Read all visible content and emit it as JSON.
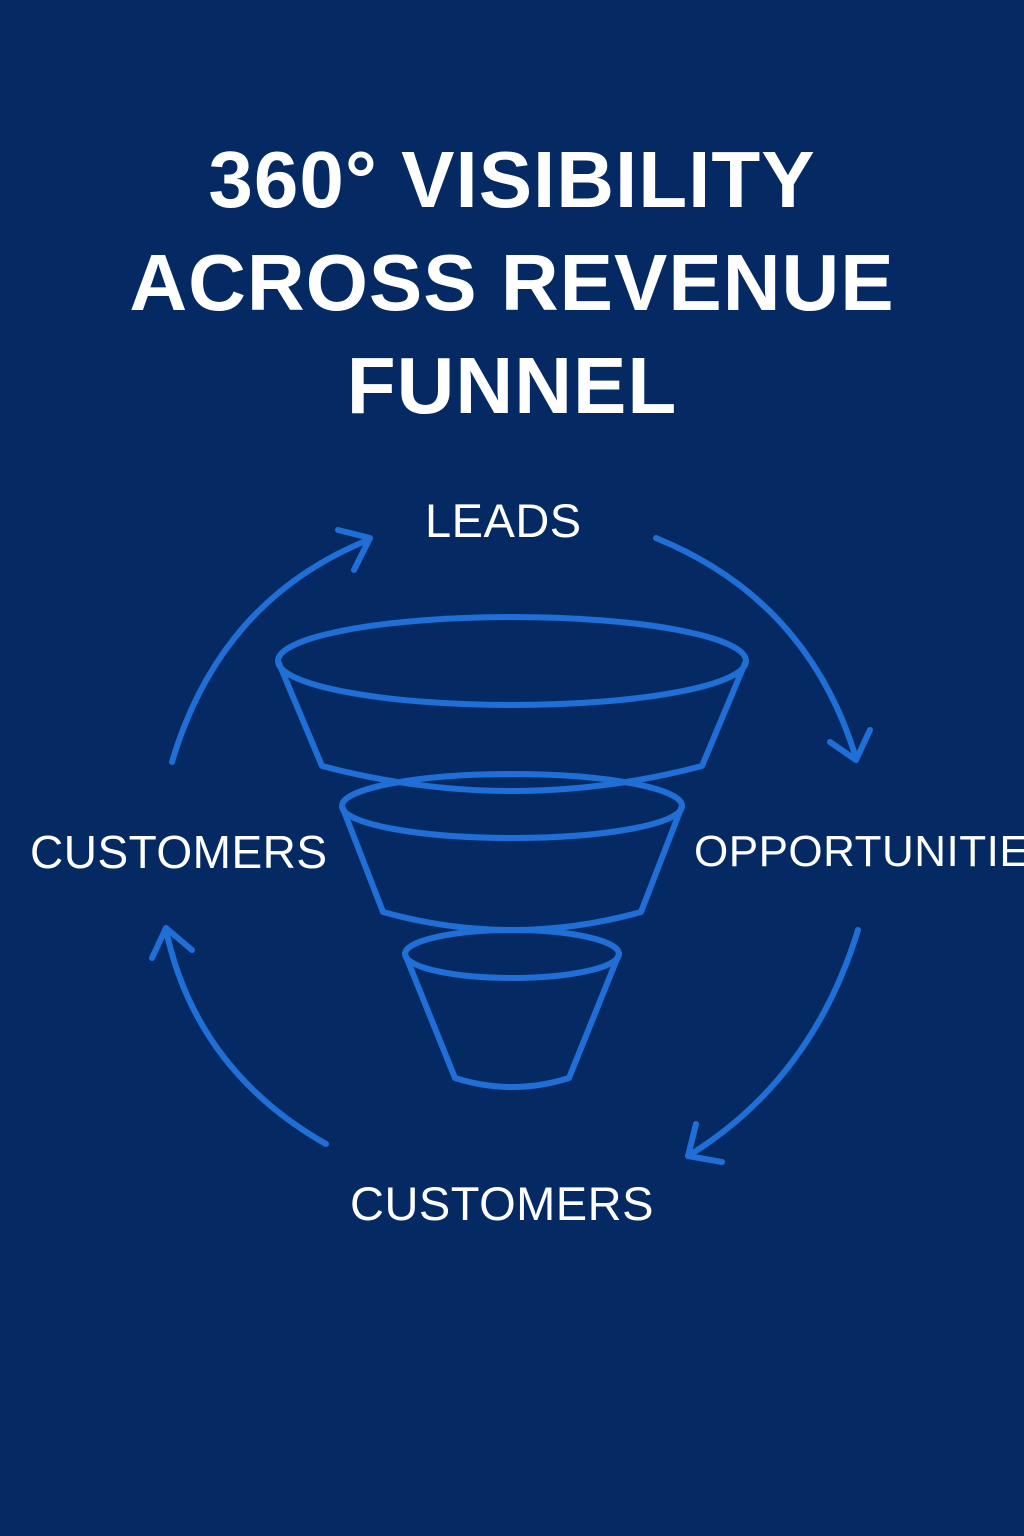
{
  "title": {
    "lines": [
      "360° VISIBILITY",
      "ACROSS REVENUE",
      "FUNNEL"
    ]
  },
  "stages": {
    "top": "LEADS",
    "right": "OPPORTUNITIES",
    "bottom": "CUSTOMERS",
    "left": "CUSTOMERS"
  },
  "colors": {
    "background": "#052a63",
    "accent": "#1f6fd6",
    "text": "#ffffff"
  },
  "icons": [
    "funnel-icon",
    "cycle-arrow-icon"
  ]
}
